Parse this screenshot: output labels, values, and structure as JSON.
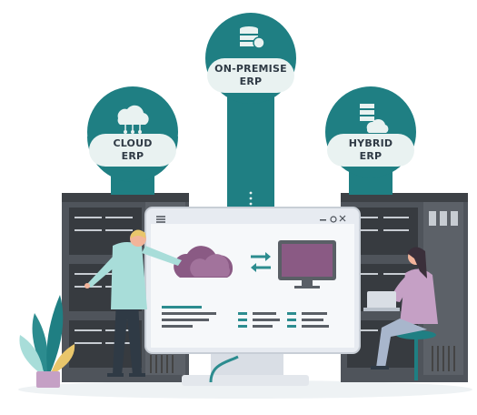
{
  "badges": {
    "cloud": {
      "line1": "CLOUD",
      "line2": "ERP",
      "icon": "cloud-network-icon"
    },
    "on_premise": {
      "line1": "ON-PREMISE",
      "line2": "ERP",
      "icon": "database-icon"
    },
    "hybrid": {
      "line1": "HYBRID",
      "line2": "ERP",
      "icon": "database-cloud-icon"
    }
  },
  "colors": {
    "teal": "#1f7f83",
    "badge_bg": "#e9f2f1",
    "server": "#5a5f66",
    "server_dark": "#3e4247",
    "monitor_frame": "#e7ebf1",
    "cloud": "#8a5a84",
    "accent": "#2c8c8f"
  }
}
